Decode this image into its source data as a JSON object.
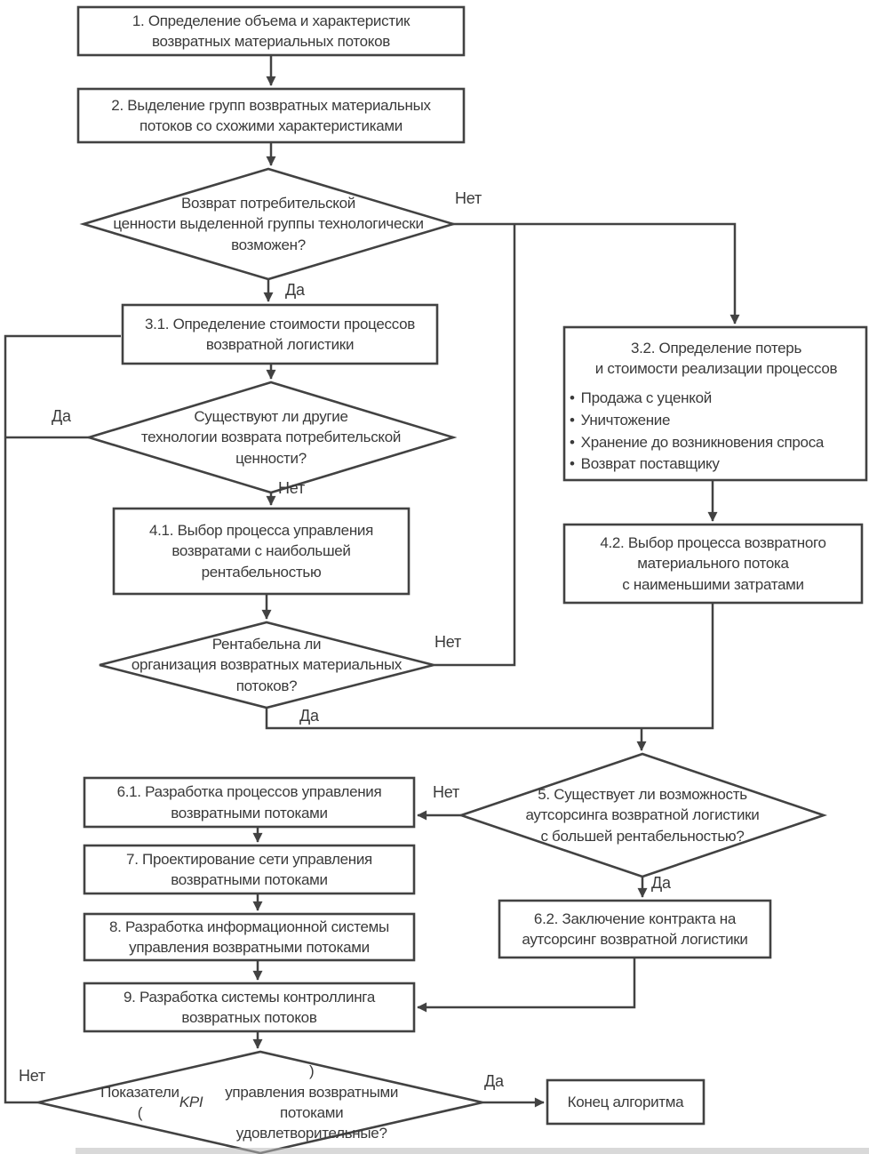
{
  "meta": {
    "background_color": "#ffffff",
    "line_color": "#424242",
    "text_color": "#3a3a3a"
  },
  "nodes": {
    "box1": {
      "text": "1. Определение объема и характеристик\nвозвратных материальных потоков"
    },
    "box2": {
      "text": "2. Выделение групп возвратных материальных\nпотоков со схожими характеристиками"
    },
    "d1": {
      "text": "Возврат потребительской\nценности выделенной группы технологически\nвозможен?"
    },
    "box31": {
      "text": "3.1. Определение стоимости процессов\nвозвратной логистики"
    },
    "d2": {
      "text": "Существуют ли другие\nтехнологии возврата потребительской\nценности?"
    },
    "box41": {
      "text": "4.1. Выбор процесса управления\nвозвратами с наибольшей\nрентабельностью"
    },
    "d3": {
      "text": "Рентабельна ли\nорганизация возвратных материальных\nпотоков?"
    },
    "box32": {
      "title": "3.2. Определение потерь\nи стоимости реализации процессов",
      "bullet_marker": "•",
      "bullets": [
        "Продажа с уценкой",
        "Уничтожение",
        "Хранение до возникновения спроса",
        "Возврат поставщику"
      ]
    },
    "box42": {
      "text": "4.2. Выбор процесса возвратного\nматериального потока\nс наименьшими затратами"
    },
    "d5": {
      "text": "5. Существует ли возможность\nаутсорсинга возвратной логистики\nс большей рентабельностью?"
    },
    "box61": {
      "text": "6.1.  Разработка процессов управления\nвозвратными потоками"
    },
    "box7": {
      "text": "7.  Проектирование сети управления\nвозвратными потоками"
    },
    "box8": {
      "text": "8. Разработка информационной системы\nуправления возвратными потоками"
    },
    "box9": {
      "text": "9.  Разработка системы контроллинга\nвозвратных потоков"
    },
    "box62": {
      "text": "6.2. Заключение контракта на\nаутсорсинг возвратной логистики"
    },
    "dkpi": {
      "pre": "Показатели (",
      "kpi": "KPI",
      "post": ")\nуправления возвратными потоками\nудовлетворительные?"
    },
    "box_end": {
      "text": "Конец алгоритма"
    }
  },
  "labels": {
    "d1_no": "Нет",
    "d1_yes": "Да",
    "d2_yes": "Да",
    "d2_no": "Нет",
    "d3_no": "Нет",
    "d3_yes": "Да",
    "d5_no": "Нет",
    "d5_yes": "Да",
    "kpi_no": "Нет",
    "kpi_yes": "Да"
  }
}
